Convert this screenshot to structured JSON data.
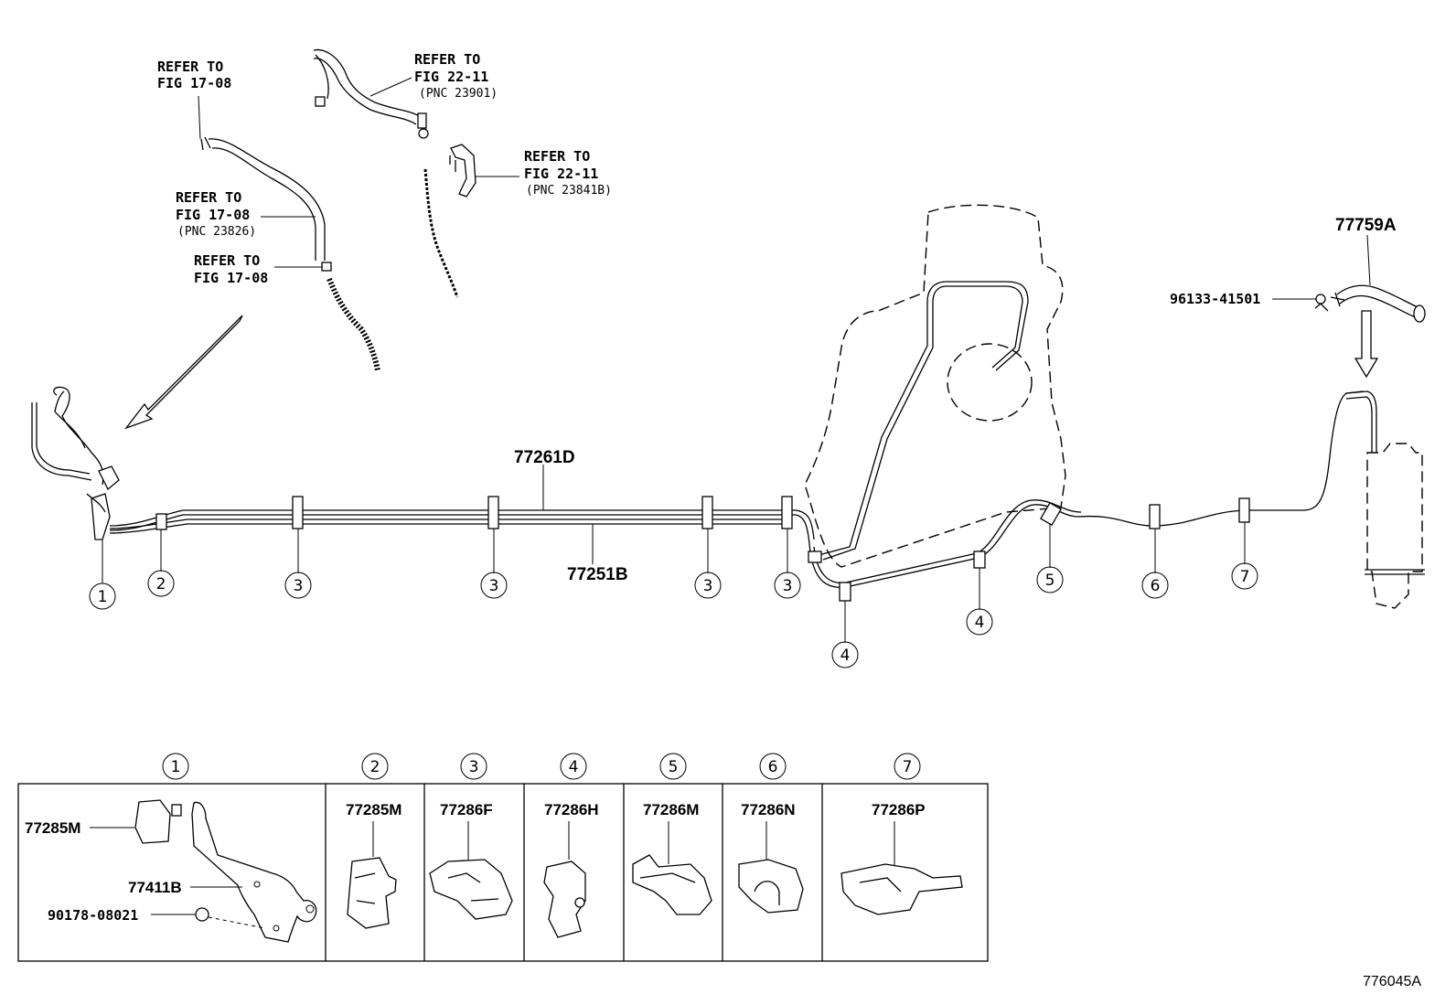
{
  "refs": [
    {
      "line1": "REFER TO",
      "line2": "FIG 17-08",
      "line3": ""
    },
    {
      "line1": "REFER TO",
      "line2": "FIG 22-11",
      "line3": "(PNC 23901)"
    },
    {
      "line1": "REFER TO",
      "line2": "FIG 22-11",
      "line3": "(PNC 23841B)"
    },
    {
      "line1": "REFER TO",
      "line2": "FIG 17-08",
      "line3": "(PNC 23826)"
    },
    {
      "line1": "REFER TO",
      "line2": "FIG 17-08",
      "line3": ""
    }
  ],
  "parts": {
    "tube_upper": "77261D",
    "tube_lower": "77251B",
    "hose": "77759A",
    "clip": "96133-41501"
  },
  "callouts": [
    "①",
    "②",
    "③",
    "④",
    "⑤",
    "⑥",
    "⑦"
  ],
  "table": {
    "headers": [
      "①",
      "②",
      "③",
      "④",
      "⑤",
      "⑥",
      "⑦"
    ],
    "cell1": {
      "a": "77285M",
      "b": "77411B",
      "c": "90178-08021"
    },
    "cells": [
      "77285M",
      "77286F",
      "77286H",
      "77286M",
      "77286N",
      "77286P"
    ]
  },
  "figure_id": "776045A"
}
